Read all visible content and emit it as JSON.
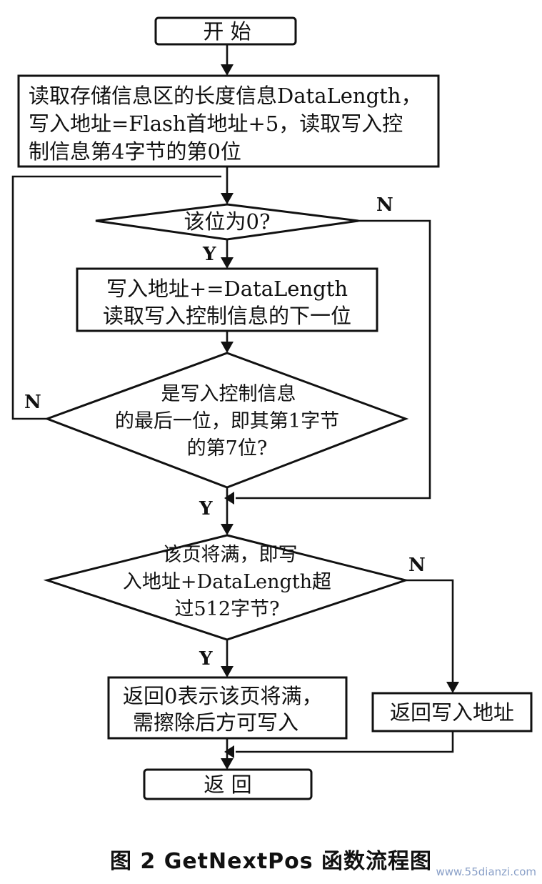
{
  "flowchart": {
    "start": "开  始",
    "step_read": [
      "读取存储信息区的长度信息DataLength，",
      "写入地址=Flash首地址+5，读取写入控",
      "制信息第4字节的第0位"
    ],
    "decision_bit": "该位为0?",
    "step_advance": [
      "写入地址+=DataLength",
      "读取写入控制信息的下一位"
    ],
    "decision_last": [
      "是写入控制信息",
      "的最后一位，即其第1字节",
      "的第7位?"
    ],
    "decision_full": [
      "该页将满，即写",
      "入地址+DataLength超",
      "过512字节?"
    ],
    "return_zero": [
      "返回0表示该页将满，",
      "需擦除后方可写入"
    ],
    "return_addr": "返回写入地址",
    "end": "返  回",
    "labels": {
      "yes": "Y",
      "no": "N"
    }
  },
  "caption": "图 2   GetNextPos 函数流程图",
  "watermark": "www.55dianzi.com"
}
